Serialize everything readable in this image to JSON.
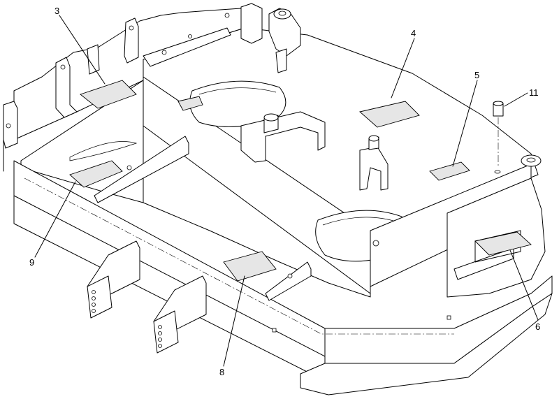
{
  "diagram": {
    "callouts": [
      {
        "id": "c3",
        "label": "3"
      },
      {
        "id": "c4",
        "label": "4"
      },
      {
        "id": "c5",
        "label": "5"
      },
      {
        "id": "c11",
        "label": "11"
      },
      {
        "id": "c9",
        "label": "9"
      },
      {
        "id": "c6",
        "label": "6"
      },
      {
        "id": "c8",
        "label": "8"
      }
    ],
    "colors": {
      "line": "#000000",
      "decal": "#e6e6e6",
      "background": "#ffffff"
    }
  }
}
